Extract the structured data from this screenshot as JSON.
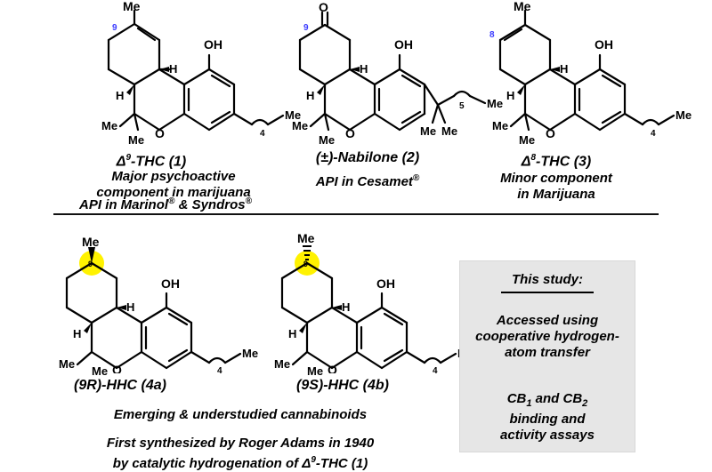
{
  "atoms": {
    "me": "Me",
    "oh": "OH",
    "h": "H",
    "o": "O",
    "o_ketone": "O",
    "n4": "4",
    "n5": "5",
    "num9": "9",
    "num8": "8"
  },
  "top_row": {
    "compound1": {
      "name_prefix": "Δ",
      "name_sup": "9",
      "name_suffix": "-THC (1)",
      "desc_line1": "Major psychoactive",
      "desc_line2": "component in marijuana",
      "api_prefix": "API in Marinol",
      "api_reg1": "®",
      "api_mid": " & Syndros",
      "api_reg2": "®"
    },
    "compound2": {
      "name": "(±)-Nabilone (2)",
      "api_prefix": "API in Cesamet",
      "api_reg": "®"
    },
    "compound3": {
      "name_prefix": "Δ",
      "name_sup": "8",
      "name_suffix": "-THC (3)",
      "desc_line1": "Minor component",
      "desc_line2": "in Marijuana"
    }
  },
  "bottom_row": {
    "compound4a": {
      "name": "(9R)-HHC (4a)"
    },
    "compound4b": {
      "name": "(9S)-HHC (4b)"
    },
    "caption_line1": "Emerging & understudied cannabinoids",
    "caption_line2": "First synthesized by Roger Adams in 1940",
    "caption_line3_prefix": "by catalytic hydrogenation of Δ",
    "caption_line3_sup": "9",
    "caption_line3_suffix": "-THC (1)"
  },
  "study": {
    "title": "This study:",
    "p1_line1": "Accessed using",
    "p1_line2": "cooperative hydrogen-",
    "p1_line3": "atom transfer",
    "p2_cb": "CB",
    "p2_sub1": "1",
    "p2_and": " and CB",
    "p2_sub2": "2",
    "p2_line2": "binding and",
    "p2_line3": "activity assays"
  },
  "colors": {
    "locant_blue": "#3b3bff",
    "highlight_yellow": "#fff200",
    "study_box": "#e6e6e6"
  }
}
